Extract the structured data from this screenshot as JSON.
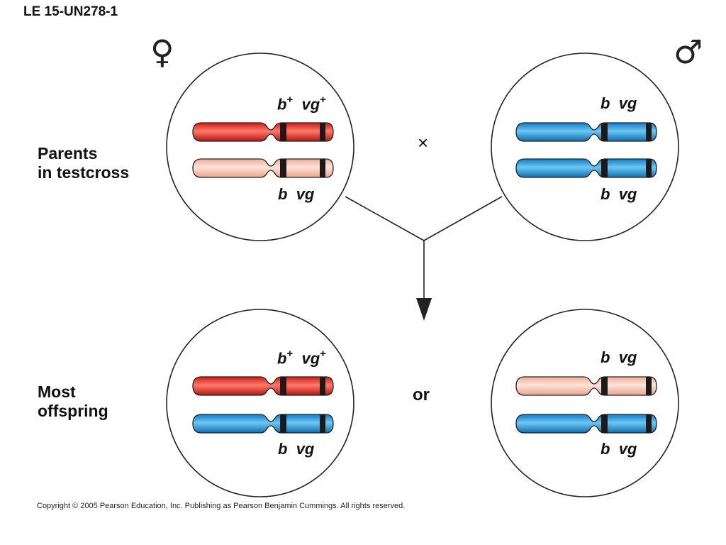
{
  "figure_label": "LE 15-UN278-1",
  "female_symbol": "♀",
  "male_symbol": "♂",
  "cross_symbol": "×",
  "or_text": "or",
  "row_labels": {
    "parents": [
      "Parents",
      "in testcross"
    ],
    "offspring": [
      "Most",
      "offspring"
    ]
  },
  "alleles": {
    "b_plus": "b",
    "vg_plus": "vg",
    "plus_sign": "+",
    "b": "b",
    "vg": "vg"
  },
  "colors": {
    "red": "#e8332a",
    "pink": "#f9c3b1",
    "blue": "#2a9ad8",
    "band": "#1a1a1a",
    "outline": "#222222"
  },
  "copyright": "Copyright ©  2005 Pearson Education, Inc. Publishing as Pearson Benjamin Cummings. All rights reserved."
}
